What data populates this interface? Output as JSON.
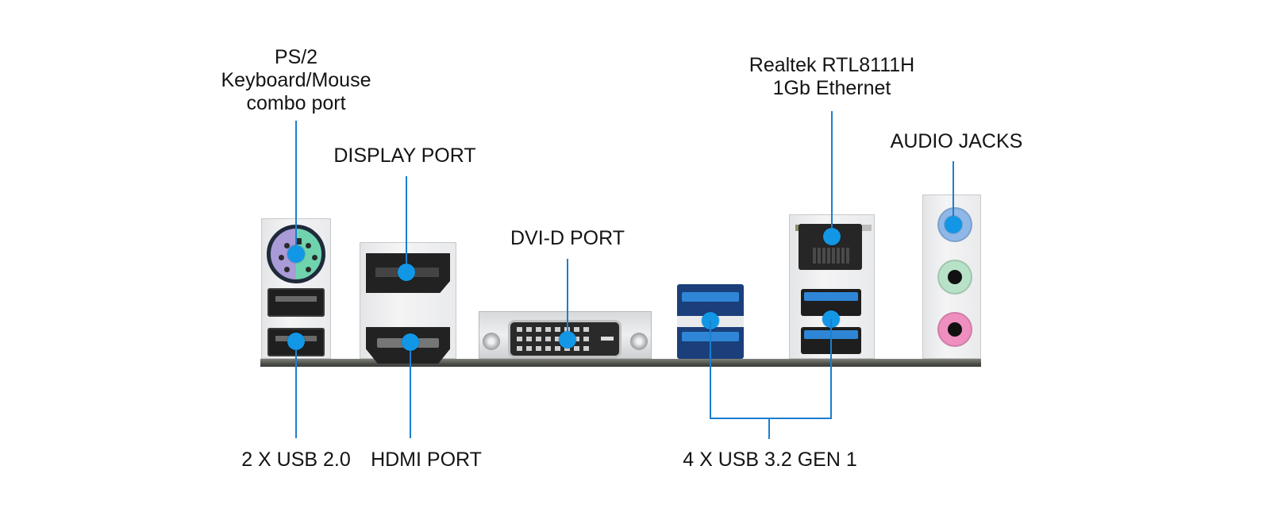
{
  "title": "Motherboard rear I/O panel",
  "colors": {
    "callout_line": "#1a7fd0",
    "callout_dot": "#1296e6",
    "ps2_keyboard": "#a99ad8",
    "ps2_mouse": "#6fd3ae",
    "usb3_blue": "#2f86d6",
    "audio_line_in": "#8fb8e8",
    "audio_line_out": "#b8e2c8",
    "audio_mic": "#ee8fbf"
  },
  "labels": {
    "ps2": [
      "PS/2",
      "Keyboard/Mouse",
      "combo port"
    ],
    "display_port": "DISPLAY PORT",
    "dvi": "DVI-D PORT",
    "ethernet": [
      "Realtek RTL8111H",
      "1Gb Ethernet"
    ],
    "audio": "AUDIO JACKS",
    "usb2": "2 X USB 2.0",
    "hdmi": "HDMI PORT",
    "usb3": "4 X USB 3.2 GEN 1"
  },
  "ports": [
    {
      "name": "PS/2 Keyboard/Mouse combo port",
      "count": 1
    },
    {
      "name": "USB 2.0",
      "count": 2
    },
    {
      "name": "DisplayPort",
      "count": 1
    },
    {
      "name": "HDMI",
      "count": 1
    },
    {
      "name": "DVI-D",
      "count": 1
    },
    {
      "name": "USB 3.2 Gen 1",
      "count": 4
    },
    {
      "name": "Realtek RTL8111H 1Gb Ethernet",
      "count": 1
    },
    {
      "name": "Audio jacks",
      "count": 3
    }
  ]
}
